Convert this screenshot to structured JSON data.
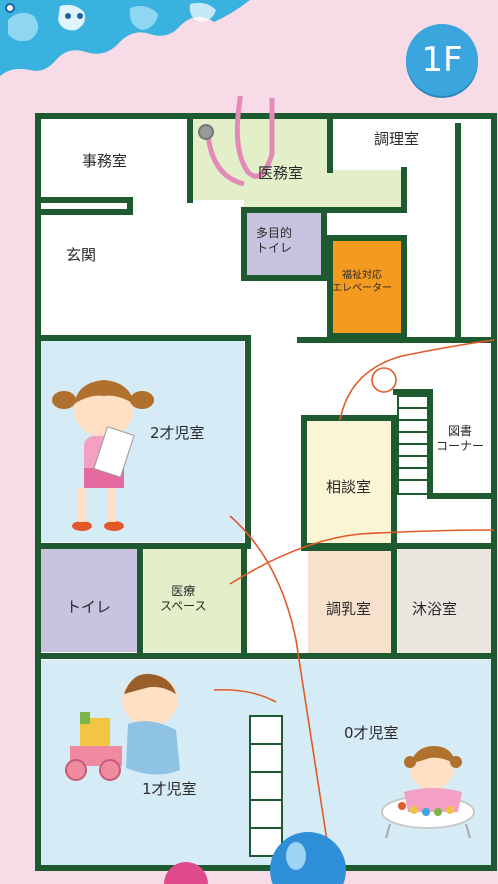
{
  "floor_badge": "1F",
  "rooms": {
    "office": "事務室",
    "medical": "医務室",
    "kitchen": "調理室",
    "entrance": "玄関",
    "multi_toilet": "多目的\nトイレ",
    "elevator": "福祉対応\nエレベーター",
    "room2": "2才児室",
    "library": "図書\nコーナー",
    "consult": "相談室",
    "toilet": "トイレ",
    "care_space": "医療\nスペース",
    "milk": "調乳室",
    "bath": "沐浴室",
    "room0": "0才児室",
    "room1": "1才児室"
  },
  "colors": {
    "background": "#f7dbe7",
    "wall": "#1d5a2f",
    "floor": "#ffffff",
    "room_blue": "#d5ecf6",
    "medical_green": "#e3efc8",
    "toilet_purple": "#c9c3df",
    "elevator_orange": "#f39a1f",
    "consult_cream": "#fbf5d6",
    "milk_peach": "#f6e1cd",
    "bath_gray": "#ece6e0",
    "badge": "#3aa6dd"
  },
  "icons": [
    "puzzle-logo-icon",
    "stethoscope-icon",
    "girl-illustration-icon",
    "baby-illustration-icon",
    "infant-walker-icon",
    "balloon-icon"
  ]
}
